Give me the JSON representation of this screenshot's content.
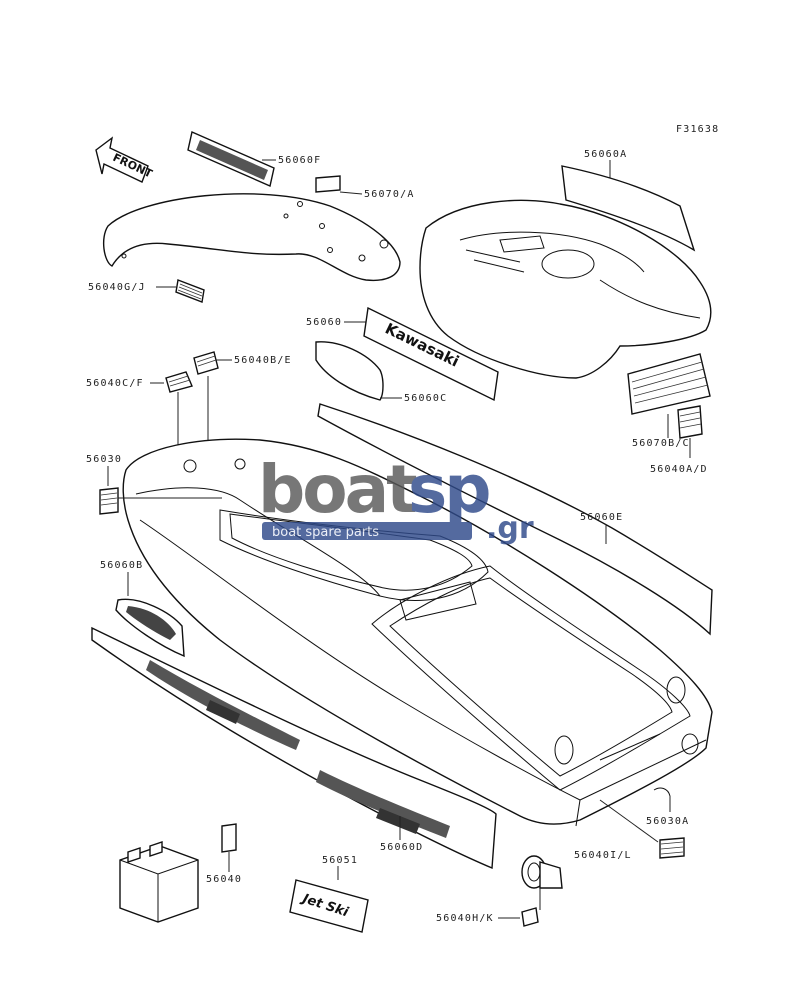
{
  "drawing_id": "F31638",
  "front_label": "FRONT",
  "callouts": [
    {
      "id": "56060F",
      "text": "56060F"
    },
    {
      "id": "56070A",
      "text": "56070/A"
    },
    {
      "id": "56060A",
      "text": "56060A"
    },
    {
      "id": "56040GJ",
      "text": "56040G/J"
    },
    {
      "id": "56060",
      "text": "56060"
    },
    {
      "id": "56040BE",
      "text": "56040B/E"
    },
    {
      "id": "56040CF",
      "text": "56040C/F"
    },
    {
      "id": "56060C",
      "text": "56060C"
    },
    {
      "id": "56070BC",
      "text": "56070B/C"
    },
    {
      "id": "56040AD",
      "text": "56040A/D"
    },
    {
      "id": "56030",
      "text": "56030"
    },
    {
      "id": "56060E",
      "text": "56060E"
    },
    {
      "id": "56060B",
      "text": "56060B"
    },
    {
      "id": "56030A",
      "text": "56030A"
    },
    {
      "id": "56040IL",
      "text": "56040I/L"
    },
    {
      "id": "56060D",
      "text": "56060D"
    },
    {
      "id": "56040",
      "text": "56040"
    },
    {
      "id": "56051",
      "text": "56051"
    },
    {
      "id": "56040HK",
      "text": "56040H/K"
    }
  ],
  "decal_text": {
    "kawasaki": "Kawasaki",
    "jetski": "Jet Ski"
  },
  "watermark": {
    "brand_a": "boat",
    "brand_b": "sp",
    "suffix": ".gr",
    "tagline": "boat spare parts",
    "color_dark": "#5a5a5a",
    "color_blue": "#2f4a8a"
  }
}
